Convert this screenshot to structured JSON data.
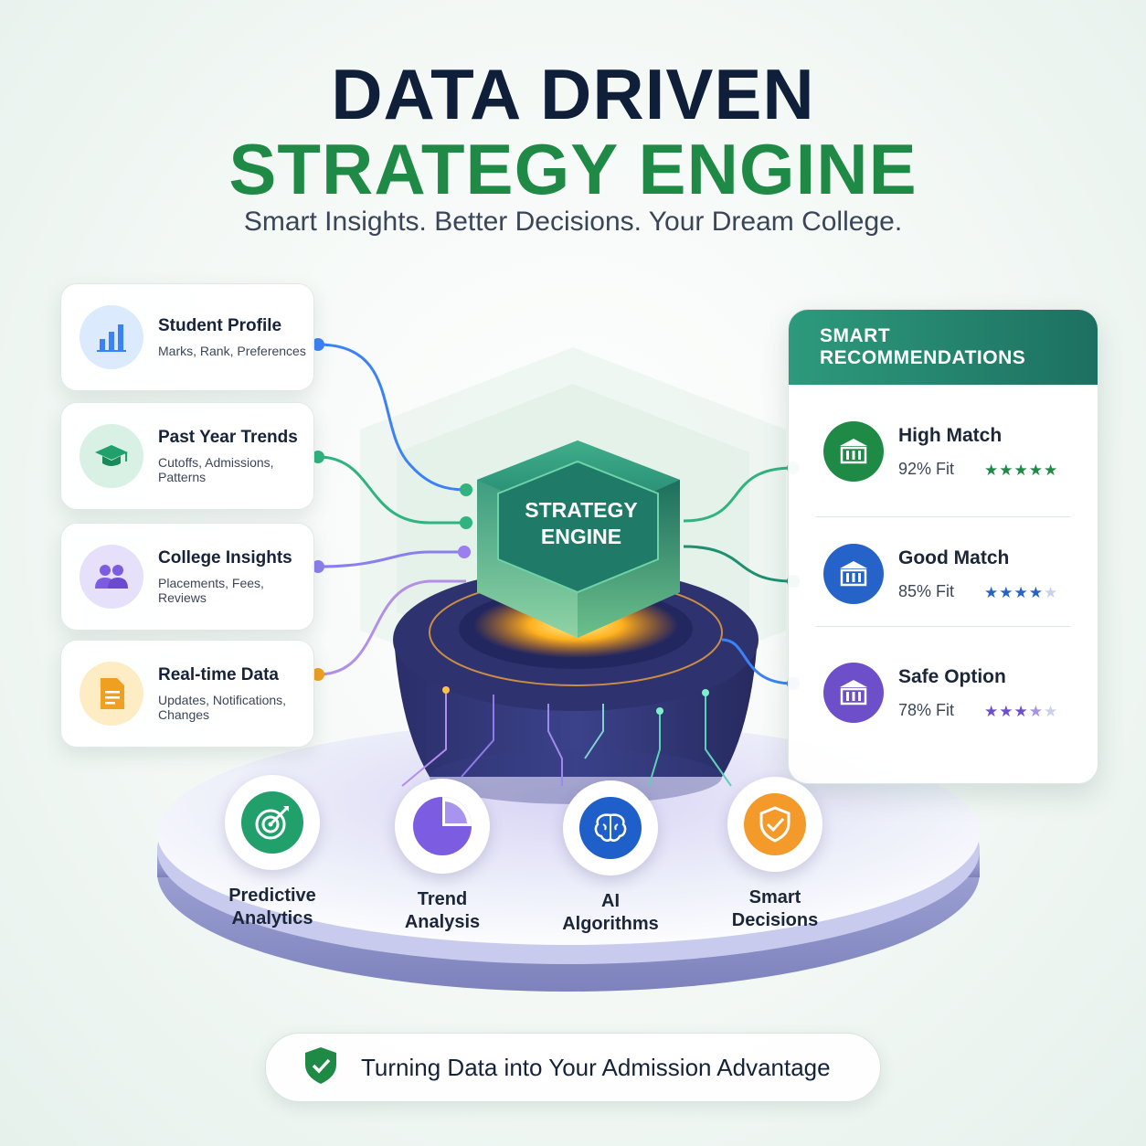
{
  "header": {
    "title_line1": "DATA DRIVEN",
    "title_line2": "STRATEGY ENGINE",
    "subtitle": "Smart Insights. Better Decisions. Your Dream College."
  },
  "engine": {
    "line1": "STRATEGY",
    "line2": "ENGINE"
  },
  "inputs": [
    {
      "title": "Student Profile",
      "sub": "Marks, Rank, Preferences",
      "icon": "bar-chart-icon",
      "color": "#3b82f6"
    },
    {
      "title": "Past Year Trends",
      "sub": "Cutoffs, Admissions, Patterns",
      "icon": "graduation-cap-icon",
      "color": "#22a06b"
    },
    {
      "title": "College Insights",
      "sub": "Placements, Fees, Reviews",
      "icon": "users-icon",
      "color": "#7c5ce0"
    },
    {
      "title": "Real-time Data",
      "sub": "Updates, Notifications, Changes",
      "icon": "document-icon",
      "color": "#f0a020"
    }
  ],
  "recommendations": {
    "title": "SMART RECOMMENDATIONS",
    "items": [
      {
        "title": "High Match",
        "fit": "92% Fit",
        "rating": 5,
        "color": "#1f8a45",
        "icon": "college-icon"
      },
      {
        "title": "Good Match",
        "fit": "85% Fit",
        "rating": 4,
        "color": "#2563c9",
        "icon": "college-icon"
      },
      {
        "title": "Safe Option",
        "fit": "78% Fit",
        "rating": 3.5,
        "color": "#6d4fc9",
        "icon": "college-icon"
      }
    ]
  },
  "features": [
    {
      "line1": "Predictive",
      "line2": "Analytics",
      "icon": "target-icon",
      "color": "#22a06b"
    },
    {
      "line1": "Trend",
      "line2": "Analysis",
      "icon": "pie-chart-icon",
      "color": "#7c5ce0"
    },
    {
      "line1": "AI",
      "line2": "Algorithms",
      "icon": "brain-icon",
      "color": "#1e5fc9"
    },
    {
      "line1": "Smart",
      "line2": "Decisions",
      "icon": "shield-check-icon",
      "color": "#f39a2b"
    }
  ],
  "footer": {
    "tagline": "Turning Data into Your Admission Advantage"
  }
}
